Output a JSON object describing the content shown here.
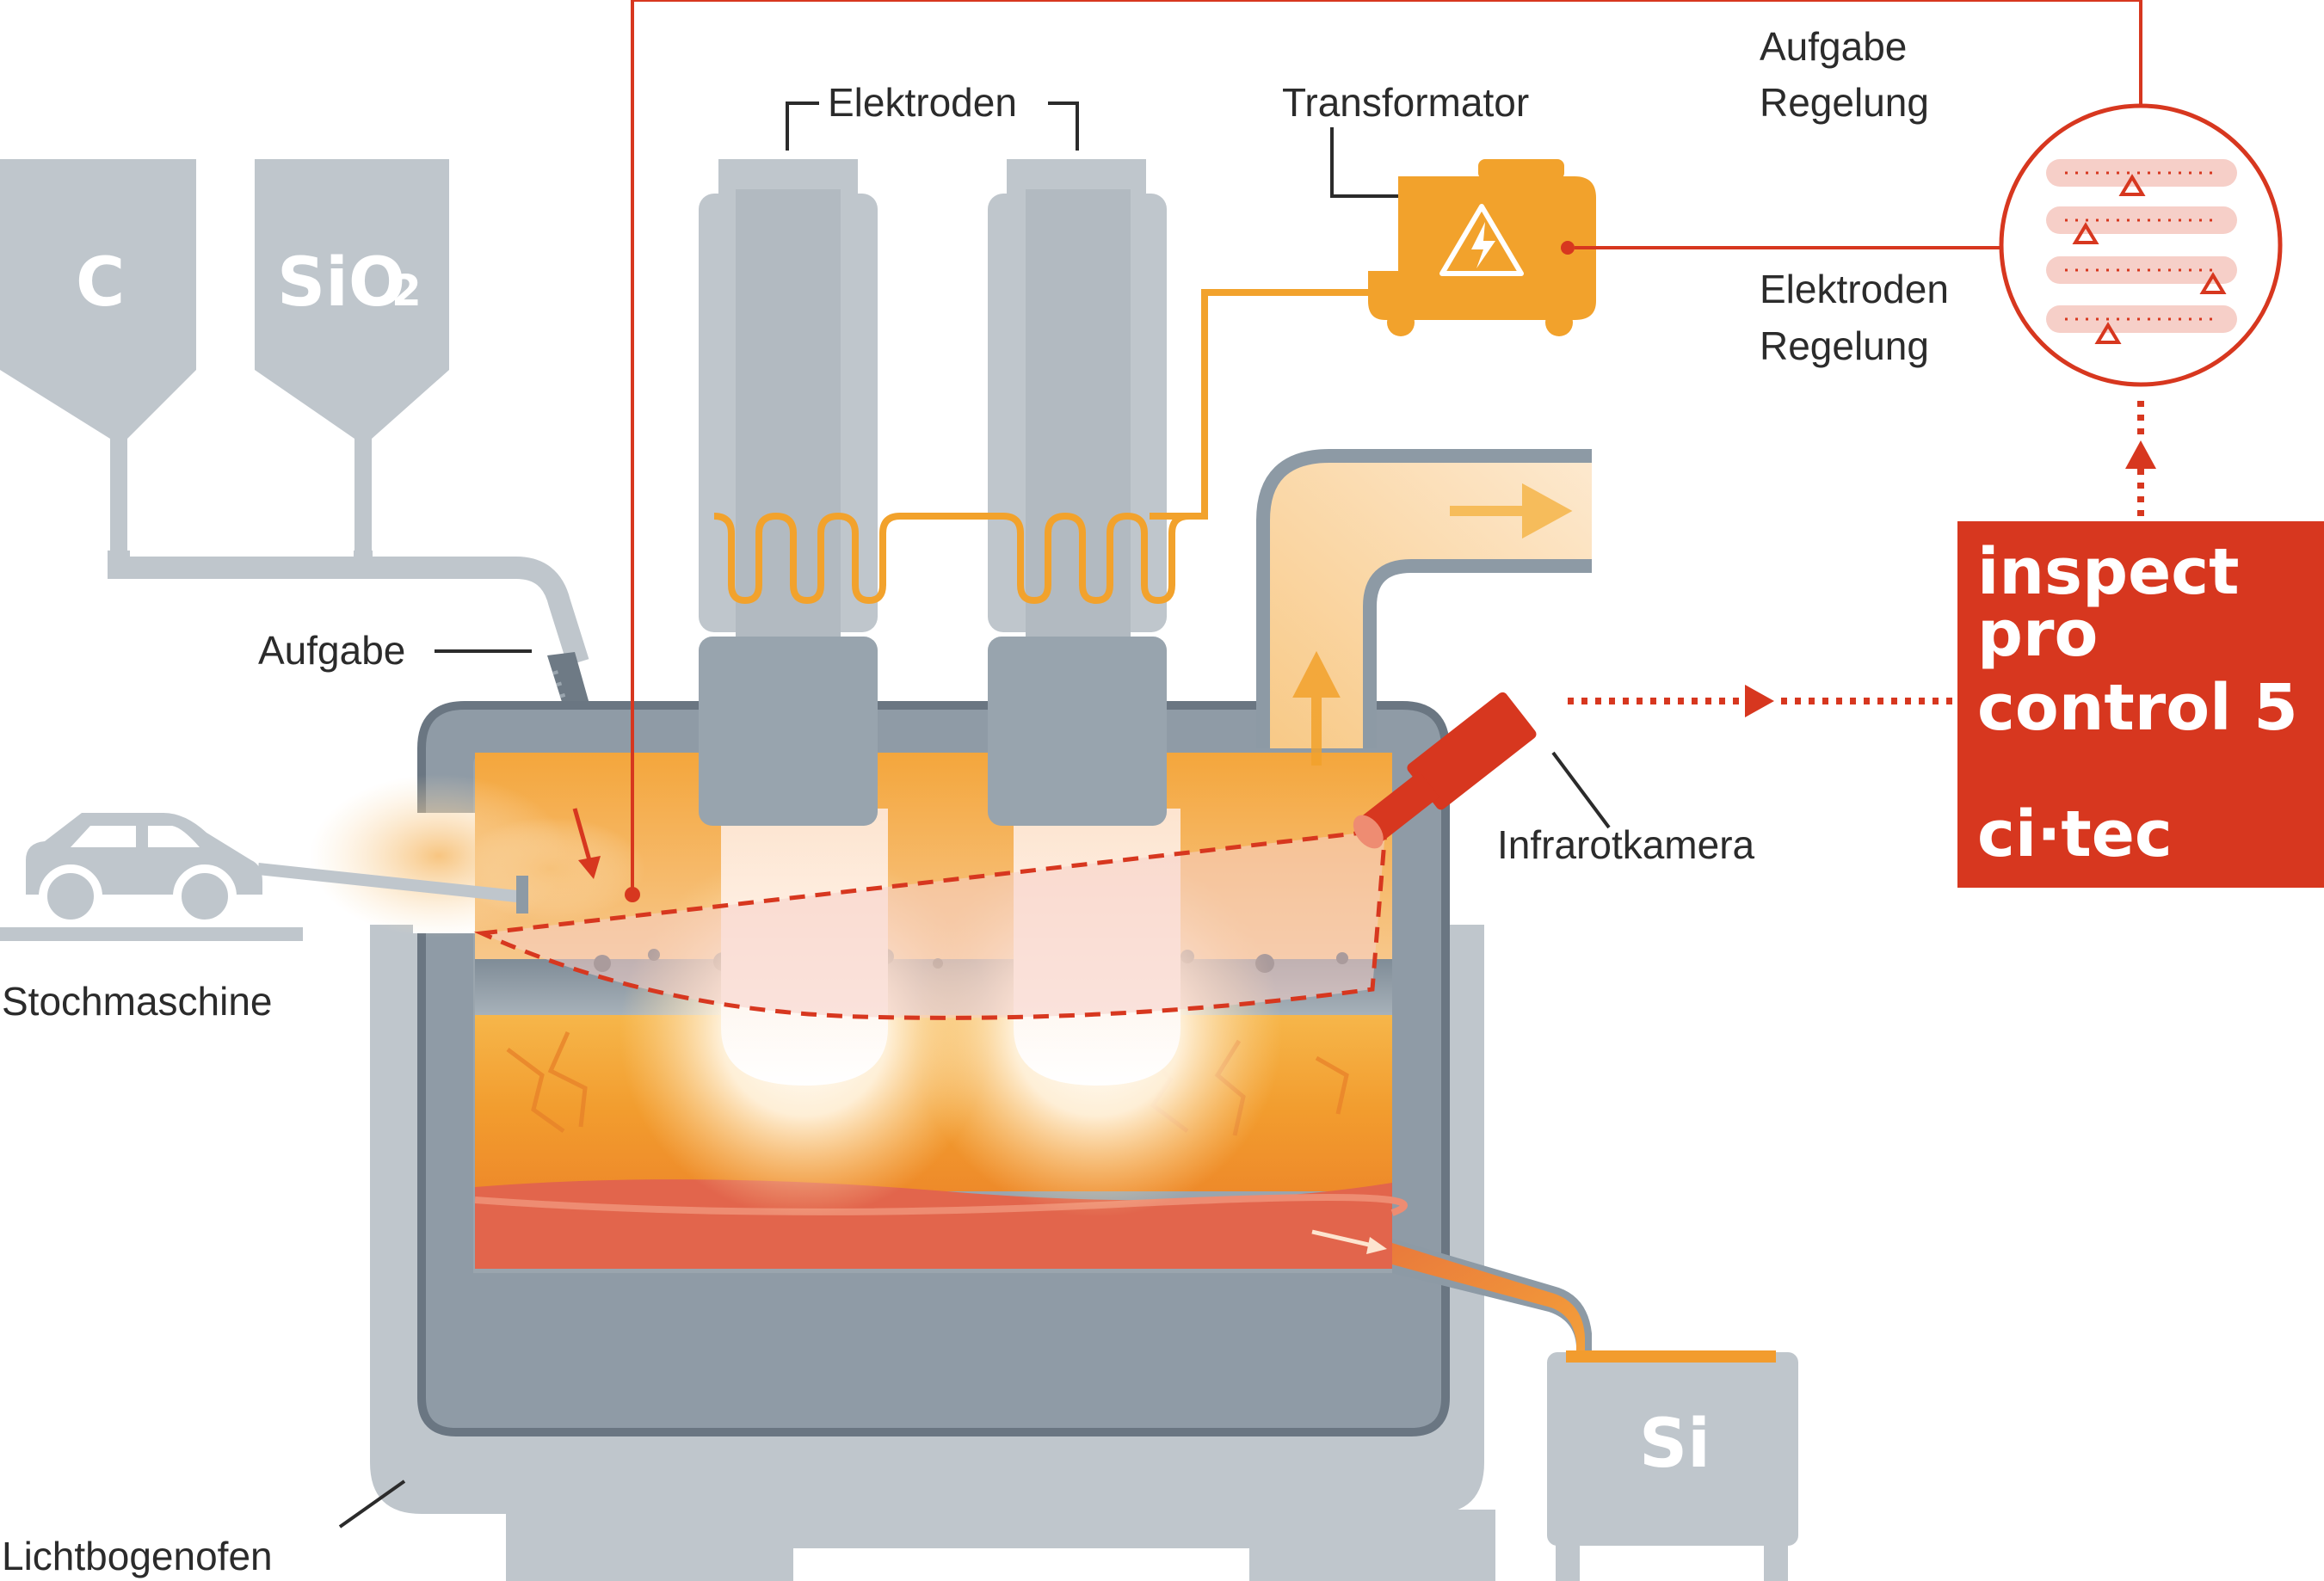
{
  "labels": {
    "hopper_c": "C",
    "hopper_sio2": "SiO",
    "hopper_sio2_sub": "2",
    "electrodes": "Elektroden",
    "transformer": "Transformator",
    "feed_control_l1": "Aufgabe",
    "feed_control_l2": "Regelung",
    "electrode_control_l1": "Elektroden",
    "electrode_control_l2": "Regelung",
    "feed": "Aufgabe",
    "stoking_machine": "Stochmaschine",
    "ir_camera": "Infrarotkamera",
    "furnace": "Lichtbogenofen",
    "product": "Si"
  },
  "brand_box": {
    "line1": "inspect",
    "line2": "pro",
    "line3": "control 5",
    "company": "ci·tec"
  },
  "colors": {
    "brand_red": "#d7371f",
    "transformer_orange": "#f2a22c",
    "equipment_grey": "#bfc6cc",
    "dark_grey": "#8d9aa5",
    "molten_silicon": "#e2654c",
    "hot_charge": "#f3ad3a",
    "camera_view": "#f6cfc8"
  },
  "icons": {
    "transformer": "high-voltage-icon",
    "stoking_machine": "stoking-vehicle-icon",
    "ir_camera": "infrared-camera-icon"
  }
}
